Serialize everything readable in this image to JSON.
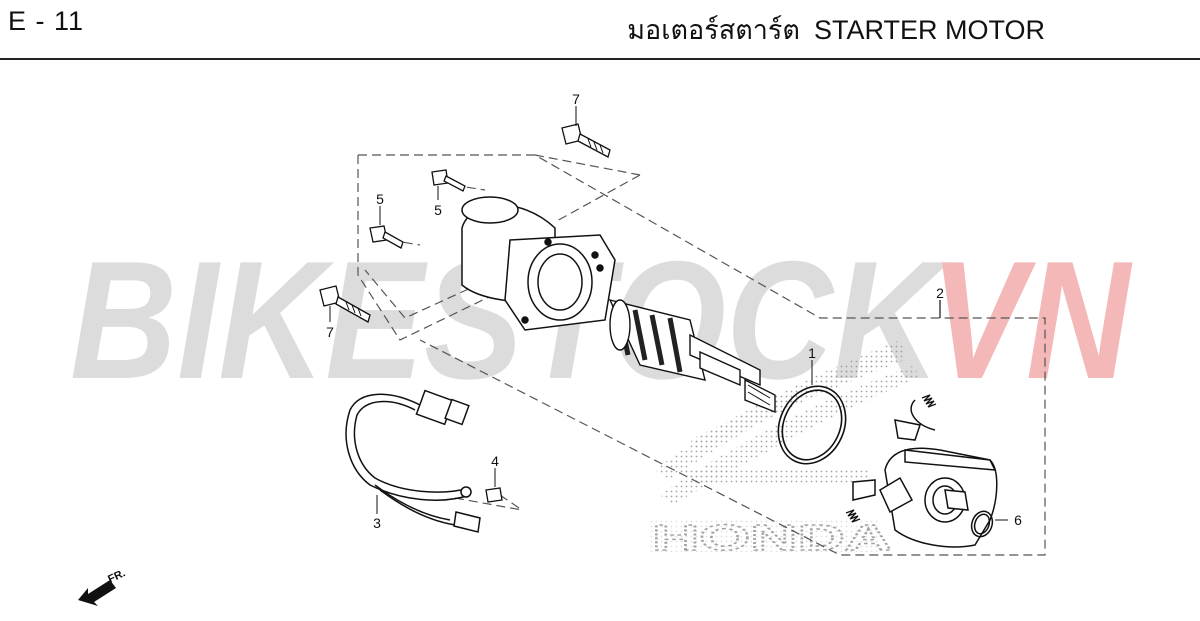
{
  "header": {
    "page_code": "E - 11",
    "title_thai": "มอเตอร์สตาร์ต",
    "title_en": "STARTER MOTOR"
  },
  "watermark": {
    "text_gray": "BIKESTOCK",
    "text_red": "VN",
    "gray_color": "#d9d9d9",
    "red_color": "#f2b3b3"
  },
  "callouts": [
    {
      "id": "1",
      "label": "1"
    },
    {
      "id": "2",
      "label": "2"
    },
    {
      "id": "3",
      "label": "3"
    },
    {
      "id": "4",
      "label": "4"
    },
    {
      "id": "5a",
      "label": "5"
    },
    {
      "id": "5b",
      "label": "5"
    },
    {
      "id": "6",
      "label": "6"
    },
    {
      "id": "7a",
      "label": "7"
    },
    {
      "id": "7b",
      "label": "7"
    }
  ],
  "front_marker": {
    "label": "FR.",
    "icon": "front-arrow-icon"
  },
  "brand_logo": {
    "text": "HONDA",
    "icon": "honda-wing-logo"
  }
}
